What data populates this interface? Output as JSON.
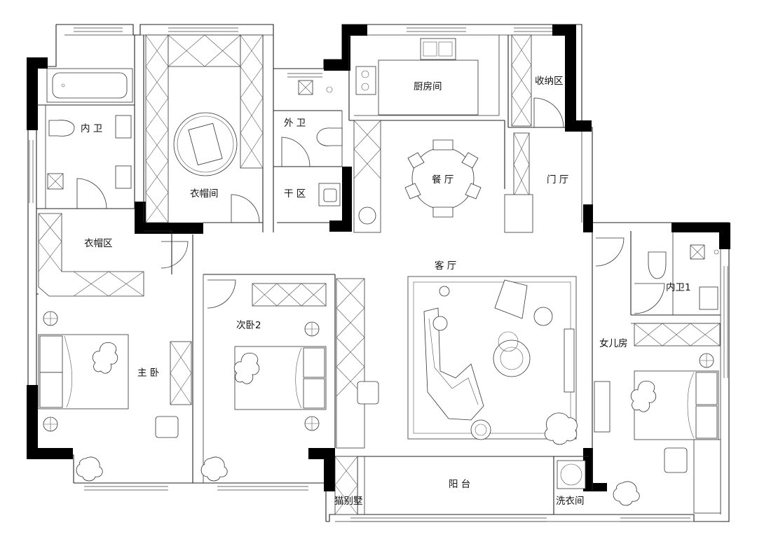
{
  "rooms": {
    "inner_bath": "内 卫",
    "cloakroom": "衣帽间",
    "outer_bath": "外 卫",
    "dry_area": "干 区",
    "kitchen": "厨房间",
    "storage": "收纳区",
    "dining": "餐 厅",
    "foyer": "门 厅",
    "wardrobe_area": "衣帽区",
    "living": "客 厅",
    "second_bedroom": "次卧2",
    "master_bedroom": "主 卧",
    "daughter_room": "女儿房",
    "inner_bath_1": "内卫1",
    "balcony": "阳 台",
    "cat_villa": "猫别墅",
    "laundry": "洗衣间"
  }
}
